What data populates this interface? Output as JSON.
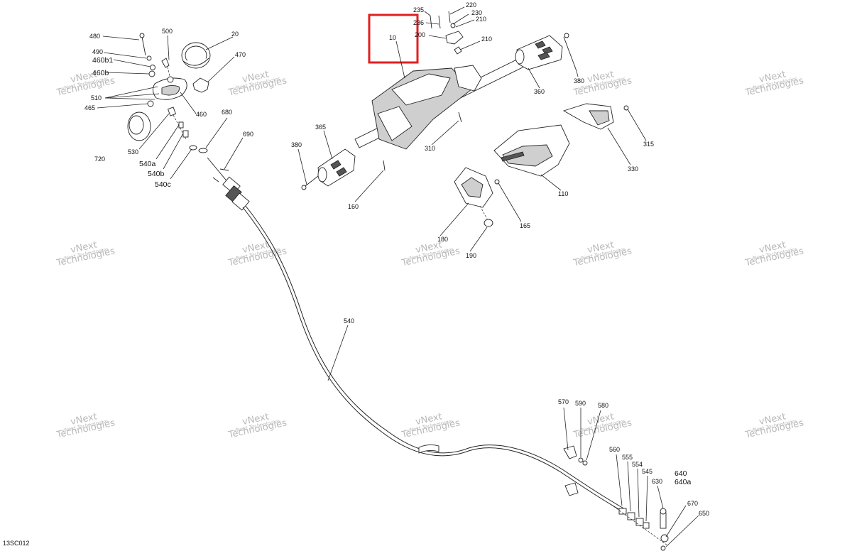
{
  "diagram": {
    "drawing_code": "13SC012",
    "highlighted_part": "10",
    "highlight_color": "#e02020",
    "watermark_line1": "vNext",
    "watermark_line2": "Technologies",
    "watermark_small": "vNext Technologies",
    "labels": {
      "l10": "10",
      "l20": "20",
      "l110": "110",
      "l160": "160",
      "l165": "165",
      "l180": "180",
      "l190": "190",
      "l200": "200",
      "l210a": "210",
      "l210b": "210",
      "l220": "220",
      "l230": "230",
      "l235": "235",
      "l236": "236",
      "l310": "310",
      "l315": "315",
      "l330": "330",
      "l360": "360",
      "l365": "365",
      "l380a": "380",
      "l380b": "380",
      "l460": "460",
      "l460b": "460b",
      "l460b1": "460b1",
      "l465": "465",
      "l470": "470",
      "l480": "480",
      "l490": "490",
      "l500": "500",
      "l510": "510",
      "l530": "530",
      "l540": "540",
      "l540a": "540a",
      "l540b": "540b",
      "l540c": "540c",
      "l545": "545",
      "l554": "554",
      "l555": "555",
      "l560": "560",
      "l570": "570",
      "l580": "580",
      "l590": "590",
      "l630": "630",
      "l640": "640",
      "l640a": "640a",
      "l650": "650",
      "l670": "670",
      "l680": "680",
      "l690": "690",
      "l720": "720"
    }
  }
}
